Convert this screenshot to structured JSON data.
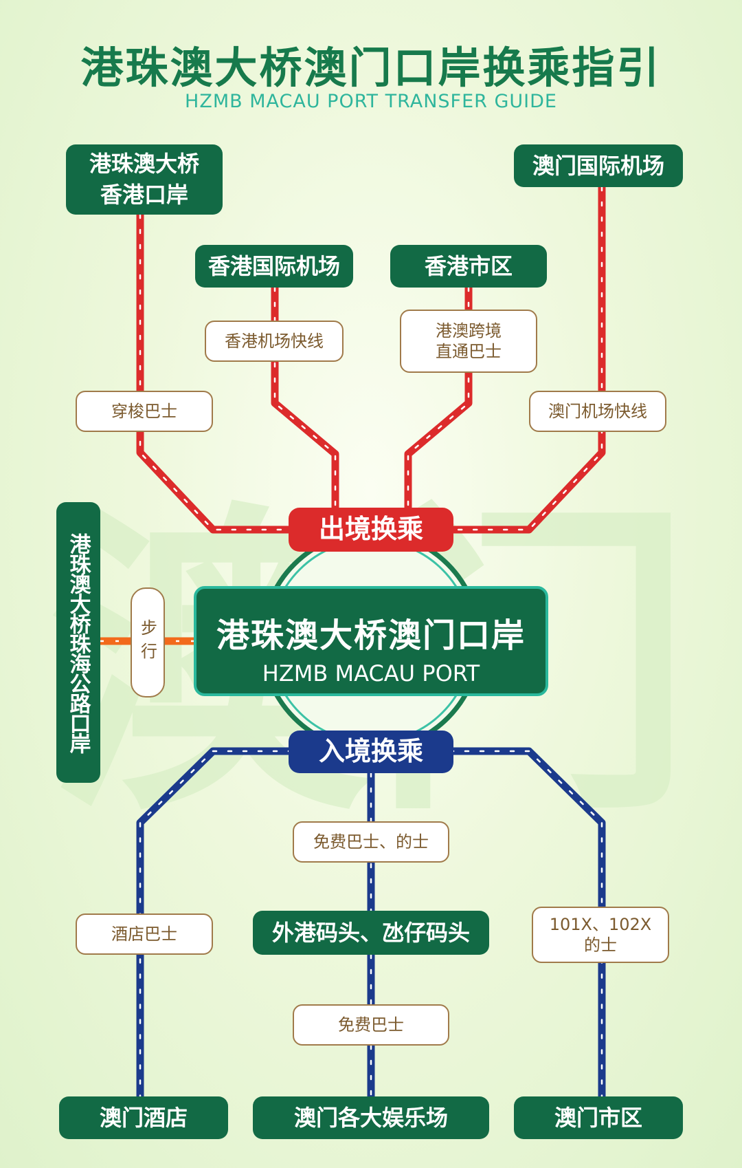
{
  "header": {
    "title": "港珠澳大桥澳门口岸换乘指引",
    "subtitle": "HZMB MACAU PORT TRANSFER GUIDE"
  },
  "watermark": "澳门",
  "colors": {
    "exit_line": "#dc2b2b",
    "entry_line": "#1b3a8c",
    "walk_line": "#f26a1b",
    "node_green": "#126a45",
    "accent_teal": "#2ab89c"
  },
  "center": {
    "name": "港珠澳大桥澳门口岸",
    "name_en": "HZMB MACAU PORT"
  },
  "walk": {
    "destination": "港珠澳大桥珠海公路口岸",
    "mode": "步行"
  },
  "exit_transfer": {
    "label": "出境换乘",
    "routes": [
      {
        "destination": "港珠澳大桥\n香港口岸",
        "mode": "穿梭巴士"
      },
      {
        "destination": "香港国际机场",
        "mode": "香港机场快线"
      },
      {
        "destination": "香港市区",
        "mode": "港澳跨境\n直通巴士"
      },
      {
        "destination": "澳门国际机场",
        "mode": "澳门机场快线"
      }
    ]
  },
  "entry_transfer": {
    "label": "入境换乘",
    "routes": [
      {
        "destination": "澳门酒店",
        "mode": "酒店巴士"
      },
      {
        "destination": "外港码头、氹仔码头",
        "mode": "免费巴士、的士"
      },
      {
        "destination": "澳门各大娱乐场",
        "mode": "免费巴士"
      },
      {
        "destination": "澳门市区",
        "mode": "101X、102X\n的士"
      }
    ]
  }
}
